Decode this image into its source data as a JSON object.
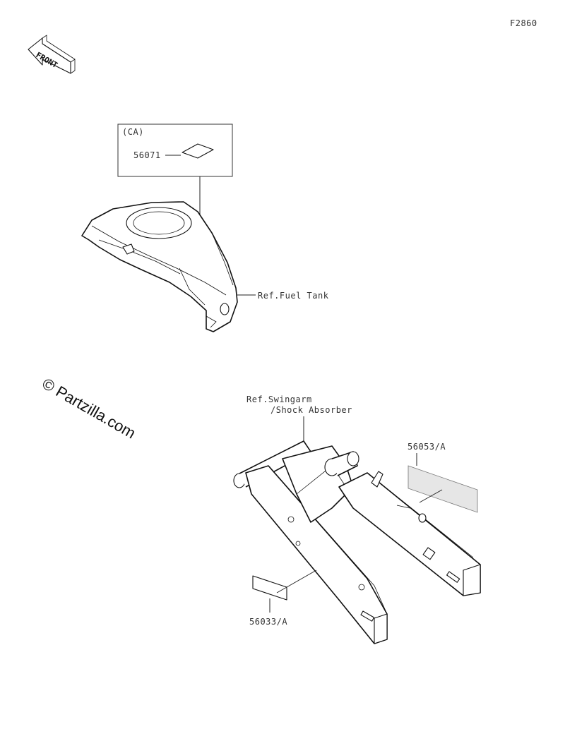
{
  "figure_code": "F2860",
  "front_arrow": {
    "text": "FRONT",
    "icon": "front-direction-arrow-icon"
  },
  "callout_box": {
    "region_label": "(CA)",
    "part_number": "56071"
  },
  "references": {
    "fuel_tank": "Ref.Fuel Tank",
    "swingarm_line1": "Ref.Swingarm",
    "swingarm_line2": "/Shock Absorber"
  },
  "parts": {
    "label_right": "56053/A",
    "label_left": "56033/A"
  },
  "watermark": "© Partzilla.com"
}
